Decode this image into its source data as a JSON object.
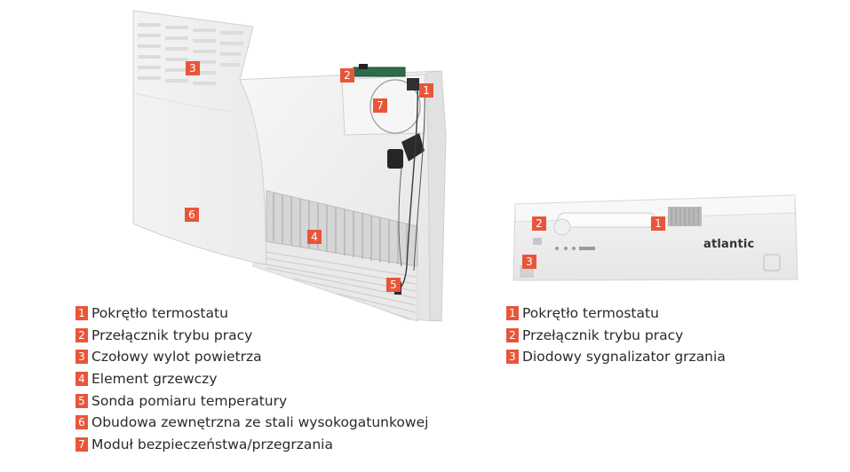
{
  "brand": {
    "logo_text": "atlantic"
  },
  "left_diagram": {
    "markers": [
      "3",
      "2",
      "1",
      "7",
      "6",
      "4",
      "5"
    ],
    "legend": [
      {
        "num": "1",
        "label": "Pokrętło termostatu"
      },
      {
        "num": "2",
        "label": "Przełącznik trybu pracy"
      },
      {
        "num": "3",
        "label": "Czołowy wylot powietrza"
      },
      {
        "num": "4",
        "label": "Element grzewczy"
      },
      {
        "num": "5",
        "label": "Sonda pomiaru temperatury"
      },
      {
        "num": "6",
        "label": "Obudowa zewnętrzna ze stali wysokogatunkowej"
      },
      {
        "num": "7",
        "label": "Moduł bezpieczeństwa/przegrzania"
      }
    ]
  },
  "right_diagram": {
    "markers": [
      "2",
      "1",
      "3"
    ],
    "legend": [
      {
        "num": "1",
        "label": "Pokrętło termostatu"
      },
      {
        "num": "2",
        "label": "Przełącznik trybu pracy"
      },
      {
        "num": "3",
        "label": "Diodowy sygnalizator grzania"
      }
    ]
  },
  "colors": {
    "marker": "#e8563a",
    "text": "#2a2a2a",
    "panel": "#f2f2f2"
  }
}
